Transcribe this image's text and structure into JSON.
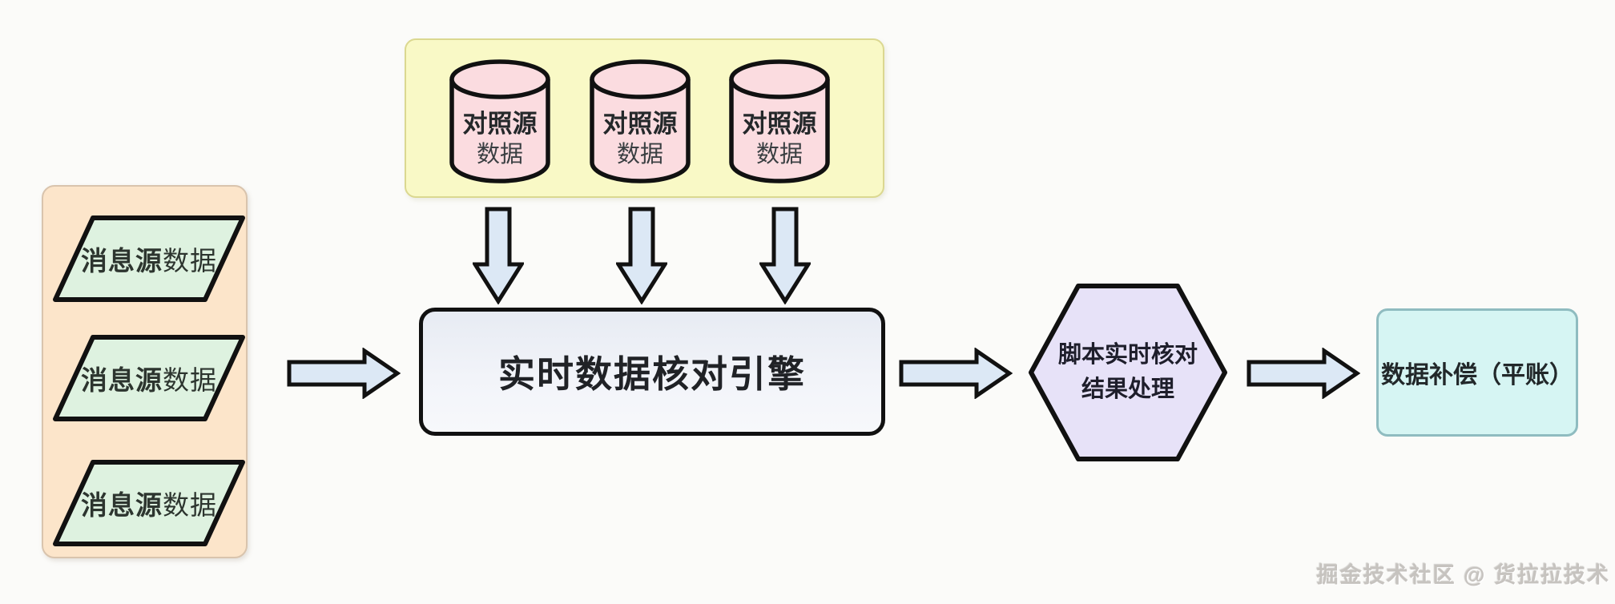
{
  "flow": {
    "message_group": {
      "items": [
        {
          "bold": "消息源",
          "normal": "数据"
        },
        {
          "bold": "消息源",
          "normal": "数据"
        },
        {
          "bold": "消息源",
          "normal": "数据"
        }
      ]
    },
    "reference_group": {
      "items": [
        {
          "bold": "对照源",
          "normal": "数据"
        },
        {
          "bold": "对照源",
          "normal": "数据"
        },
        {
          "bold": "对照源",
          "normal": "数据"
        }
      ]
    },
    "engine": {
      "label": "实时数据核对引擎"
    },
    "result_hexagon": {
      "line1": "脚本实时核对",
      "line2": "结果处理"
    },
    "compensation": {
      "label": "数据补偿（平账）"
    }
  },
  "watermark": {
    "text": "掘金技术社区 @ 货拉拉技术"
  },
  "colors": {
    "background": "#fbfbf9",
    "message_container_fill": "#fce5ca",
    "message_container_border": "#d9c4ad",
    "parallelogram_fill": "#def2e0",
    "reference_container_fill": "#f9f9c6",
    "reference_container_border": "#dbd890",
    "cylinder_fill": "#fbdce0",
    "engine_fill_top": "#e7ebf3",
    "engine_fill_bottom": "#f7f8fb",
    "arrow_fill": "#dce8f5",
    "hexagon_fill": "#e7e2f8",
    "compensation_fill": "#d6f5f3",
    "compensation_border": "#8fbcc0",
    "outline": "#111111"
  }
}
